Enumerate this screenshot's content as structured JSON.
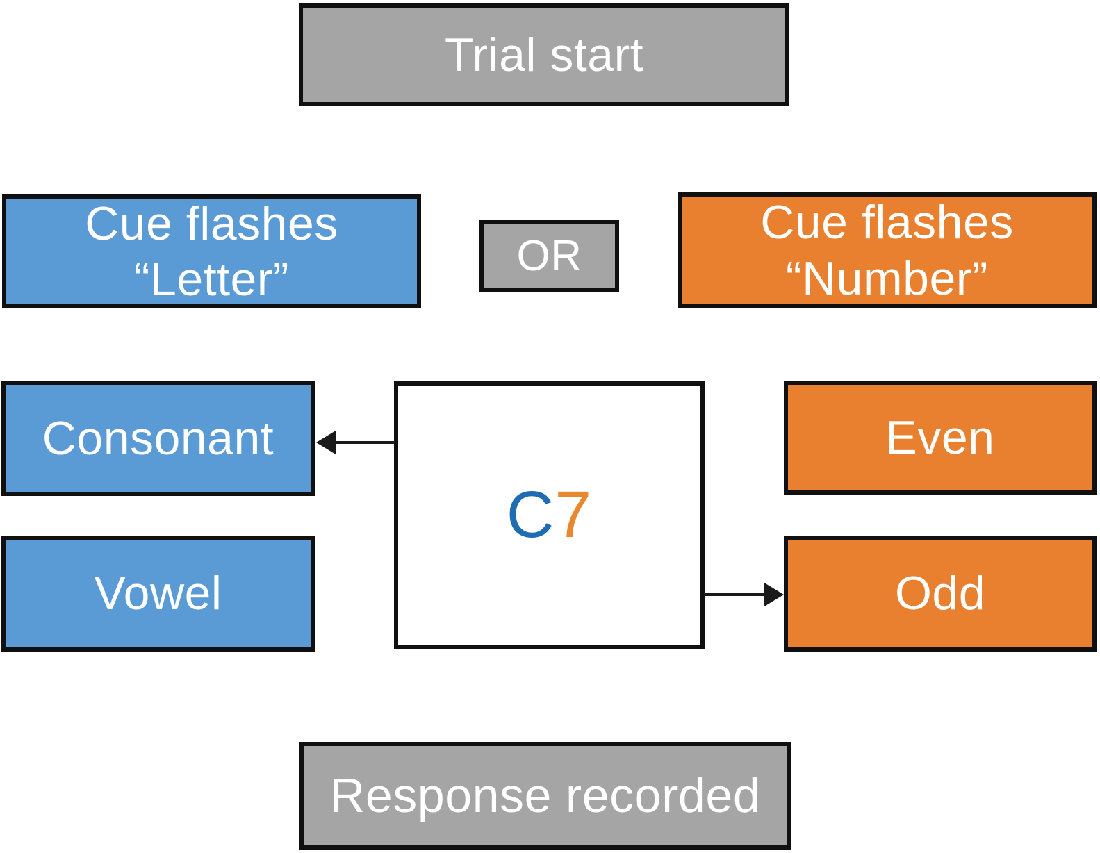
{
  "figure": {
    "type": "flow-diagram",
    "colors": {
      "letter_task_blue": "#5b9bd5",
      "number_task_orange": "#e8802f",
      "neutral_gray": "#a5a5a5",
      "border_black": "#101010",
      "label_text_white": "#ffffff",
      "stimulus_letter_blue": "#1e6db4",
      "stimulus_digit_orange": "#ea8830"
    },
    "nodes": {
      "trial_start": {
        "label": "Trial start"
      },
      "cue_letter": {
        "line1": "Cue flashes",
        "line2": "“Letter”"
      },
      "or": {
        "label": "OR"
      },
      "cue_number": {
        "line1": "Cue flashes",
        "line2": "“Number”"
      },
      "consonant": {
        "label": "Consonant"
      },
      "vowel": {
        "label": "Vowel"
      },
      "stimulus": {
        "letter": "C",
        "digit": "7"
      },
      "even": {
        "label": "Even"
      },
      "odd": {
        "label": "Odd"
      },
      "response": {
        "label": "Response recorded"
      }
    },
    "edges": [
      {
        "from": "stimulus",
        "to": "consonant",
        "direction": "left"
      },
      {
        "from": "stimulus",
        "to": "odd",
        "direction": "right"
      }
    ]
  }
}
